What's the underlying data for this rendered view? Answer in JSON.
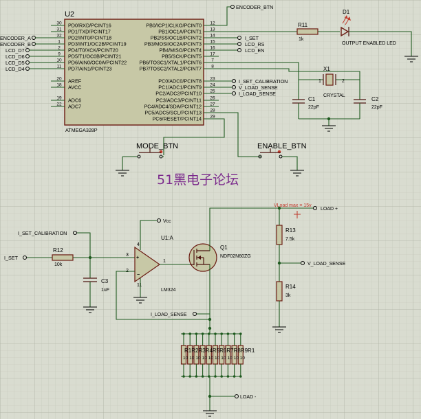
{
  "mcu": {
    "ref": "U2",
    "part": "ATMEGA328P",
    "left_pins": [
      {
        "num": "30",
        "name": "PD0/RXD/PCINT16"
      },
      {
        "num": "31",
        "name": "PD1/TXD/PCINT17"
      },
      {
        "num": "32",
        "name": "PD2/INT0/PCINT18"
      },
      {
        "num": "1",
        "name": "PD3/INT1/OC2B/PCINT19"
      },
      {
        "num": "2",
        "name": "PD4/T0/XCK/PCINT20"
      },
      {
        "num": "9",
        "name": "PD5/T1/OC0B/PCINT21"
      },
      {
        "num": "10",
        "name": "PD6/AIN0/OC0A/PCINT22"
      },
      {
        "num": "11",
        "name": "PD7/AIN1/PCINT23"
      },
      {
        "num": "20",
        "name": "AREF"
      },
      {
        "num": "18",
        "name": "AVCC"
      },
      {
        "num": "19",
        "name": "ADC6"
      },
      {
        "num": "22",
        "name": "ADC7"
      }
    ],
    "right_pins": [
      {
        "num": "12",
        "name": "PB0/ICP1/CLKO/PCINT0"
      },
      {
        "num": "13",
        "name": "PB1/OC1A/PCINT1"
      },
      {
        "num": "14",
        "name": "PB2/SS/OC1B/PCINT2"
      },
      {
        "num": "15",
        "name": "PB3/MOSI/OC2A/PCINT3"
      },
      {
        "num": "16",
        "name": "PB4/MISO/PCINT4"
      },
      {
        "num": "17",
        "name": "PB5/SCK/PCINT5"
      },
      {
        "num": "7",
        "name": "PB6/TOSC1/XTAL1/PCINT6"
      },
      {
        "num": "8",
        "name": "PB7/TOSC2/XTAL2/PCINT7"
      },
      {
        "num": "23",
        "name": "PC0/ADC0/PCINT8"
      },
      {
        "num": "24",
        "name": "PC1/ADC1/PCINT9"
      },
      {
        "num": "25",
        "name": "PC2/ADC2/PCINT10"
      },
      {
        "num": "26",
        "name": "PC3/ADC3/PCINT11"
      },
      {
        "num": "27",
        "name": "PC4/ADC4/SDA/PCINT12"
      },
      {
        "num": "28",
        "name": "PC5/ADC5/SCL/PCINT13"
      },
      {
        "num": "29",
        "name": "PC6/RESET/PCINT14"
      }
    ]
  },
  "nets": {
    "encoder_a": "ENCODER_A",
    "encoder_b": "ENCODER_B",
    "lcd_d7": "LCD_D7",
    "lcd_d6": "LCD_D6",
    "lcd_d5": "LCD_D5",
    "lcd_d4": "LCD_D4",
    "encoder_btn": "ENCODER_BTN",
    "i_set": "I_SET",
    "lcd_rs": "LCD_RS",
    "lcd_en": "LCD_EN",
    "i_set_calibration": "I_SET_CALIBRATION",
    "v_load_sense": "V_LOAD_SENSE",
    "i_load_sense": "I_LOAD_SENSE",
    "vcc": "Vcc",
    "load_plus": "LOAD +",
    "load_minus": "LOAD -"
  },
  "components": {
    "r11": {
      "ref": "R11",
      "value": "1k"
    },
    "d1": {
      "ref": "D1",
      "label": "OUTPUT ENABLED LED"
    },
    "x1": {
      "ref": "X1",
      "label": "CRYSTAL",
      "pin1": "1",
      "pin2": "2"
    },
    "c1": {
      "ref": "C1",
      "value": "22pF"
    },
    "c2": {
      "ref": "C2",
      "value": "22pF"
    },
    "mode_btn": {
      "ref": "MODE_BTN"
    },
    "enable_btn": {
      "ref": "ENABLE_BTN"
    },
    "r12": {
      "ref": "R12",
      "value": "10k"
    },
    "c3": {
      "ref": "C3",
      "value": "1uF"
    },
    "u1a": {
      "ref": "U1:A",
      "part": "LM324",
      "pin_in_plus": "3",
      "pin_in_minus": "2",
      "pin_out": "1",
      "pin_vcc": "4",
      "pin_gnd": "11"
    },
    "q1": {
      "ref": "Q1",
      "part": "NDF02N60ZG"
    },
    "r13": {
      "ref": "R13",
      "value": "7.5k"
    },
    "r14": {
      "ref": "R14",
      "value": "3k"
    },
    "r_array": {
      "ref": "R1",
      "overlap_text": "R1R2R3R4R5R6R7R8R9R1",
      "values": [
        "10",
        "10",
        "10",
        "10",
        "10",
        "10",
        "10",
        "10",
        "10",
        "10"
      ]
    }
  },
  "annotations": {
    "watermark": "51黑电子论坛",
    "vload_max": "VLoad max = 15v"
  }
}
